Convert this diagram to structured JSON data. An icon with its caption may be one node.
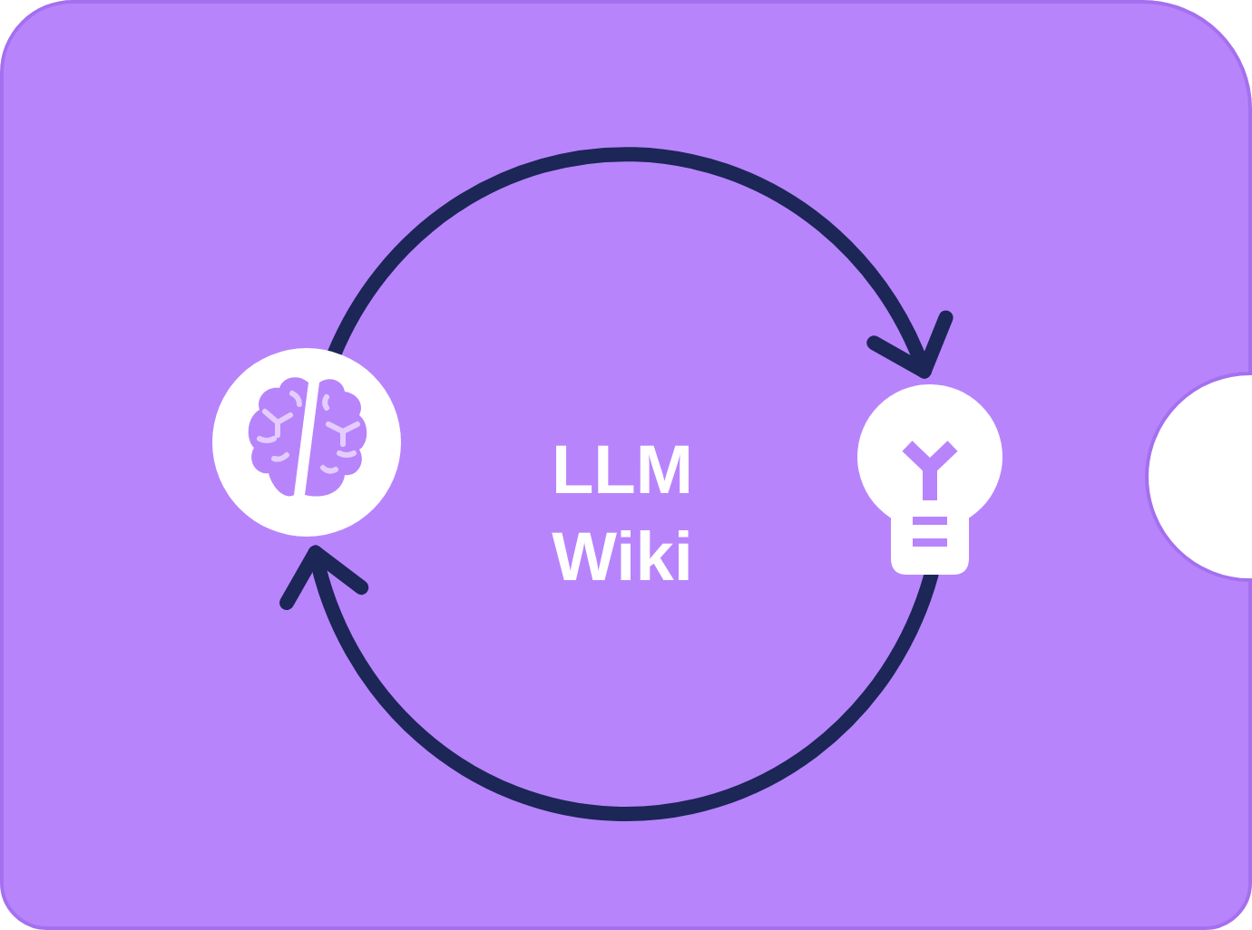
{
  "diagram": {
    "nodes": [
      {
        "text": [
          "LLM Wiki"
        ]
      },
      {
        "text": [],
        "shape": "picture",
        "in": 0
      },
      {
        "text": [],
        "shape": "picture",
        "in": 0
      }
    ],
    "edges": [
      {
        "from": 1,
        "to": 2,
        "arrow": "to"
      },
      {
        "from": 2,
        "to": 1,
        "arrow": "to"
      }
    ]
  }
}
